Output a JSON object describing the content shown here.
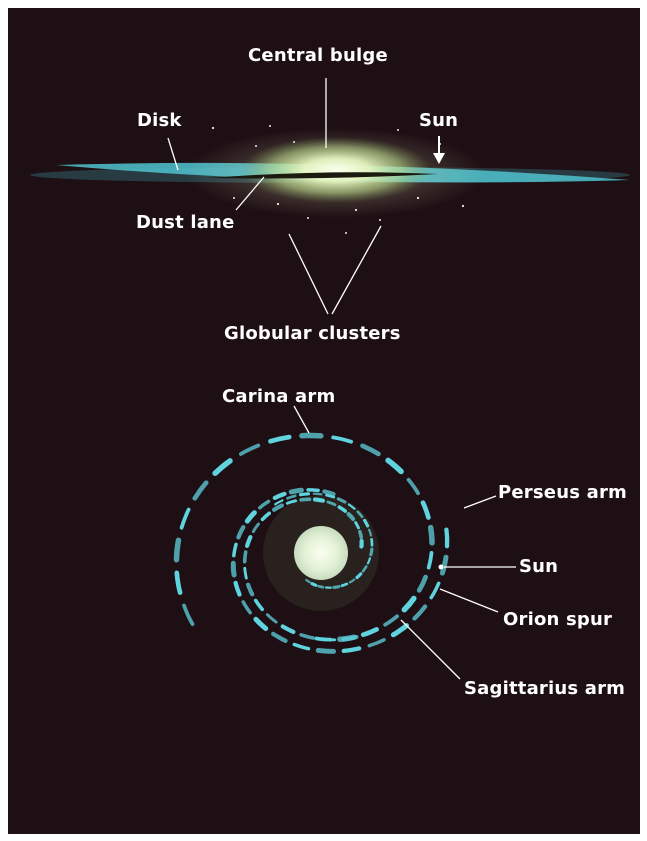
{
  "colors": {
    "background": "#1e0f14",
    "arm": "#5fd3de",
    "bulge": "#e8f6c8",
    "dust_lane": "#1a1a10",
    "leader_line": "#ffffff"
  },
  "side_view": {
    "central_bulge": "Central bulge",
    "disk": "Disk",
    "sun": "Sun",
    "dust_lane": "Dust lane",
    "globular_clusters": "Globular clusters"
  },
  "top_view": {
    "carina_arm": "Carina arm",
    "perseus_arm": "Perseus arm",
    "sun": "Sun",
    "orion_spur": "Orion spur",
    "sagittarius_arm": "Sagittarius arm"
  }
}
